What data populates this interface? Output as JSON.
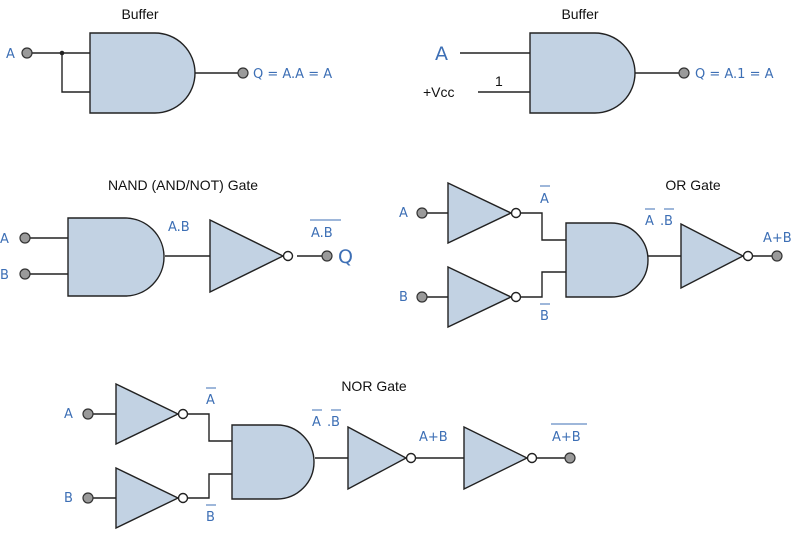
{
  "colors": {
    "gate_fill": "#c2d2e3",
    "label_blue": "#3d6fb5",
    "terminal": "#9a9a9a",
    "line": "#222222"
  },
  "buffer1": {
    "title": "Buffer",
    "input": "A",
    "output": "Q = A.A = A"
  },
  "buffer2": {
    "title": "Buffer",
    "input": "A",
    "supply": "+Vcc",
    "tie_value": "1",
    "output": "Q = A.1 = A"
  },
  "nand": {
    "title": "NAND (AND/NOT) Gate",
    "in_a": "A",
    "in_b": "B",
    "mid": "A.B",
    "out_bar": "A.B",
    "out": "Q"
  },
  "or_gate": {
    "title": "OR Gate",
    "in_a": "A",
    "in_b": "B",
    "not_a": "A",
    "not_b": "B",
    "and_a": "A",
    "and_b": "B",
    "out": "A+B"
  },
  "nor_gate": {
    "title": "NOR Gate",
    "in_a": "A",
    "in_b": "B",
    "not_a": "A",
    "not_b": "B",
    "and_a": "A",
    "and_b": "B",
    "mid": "A+B",
    "out_bar": "A+B"
  }
}
